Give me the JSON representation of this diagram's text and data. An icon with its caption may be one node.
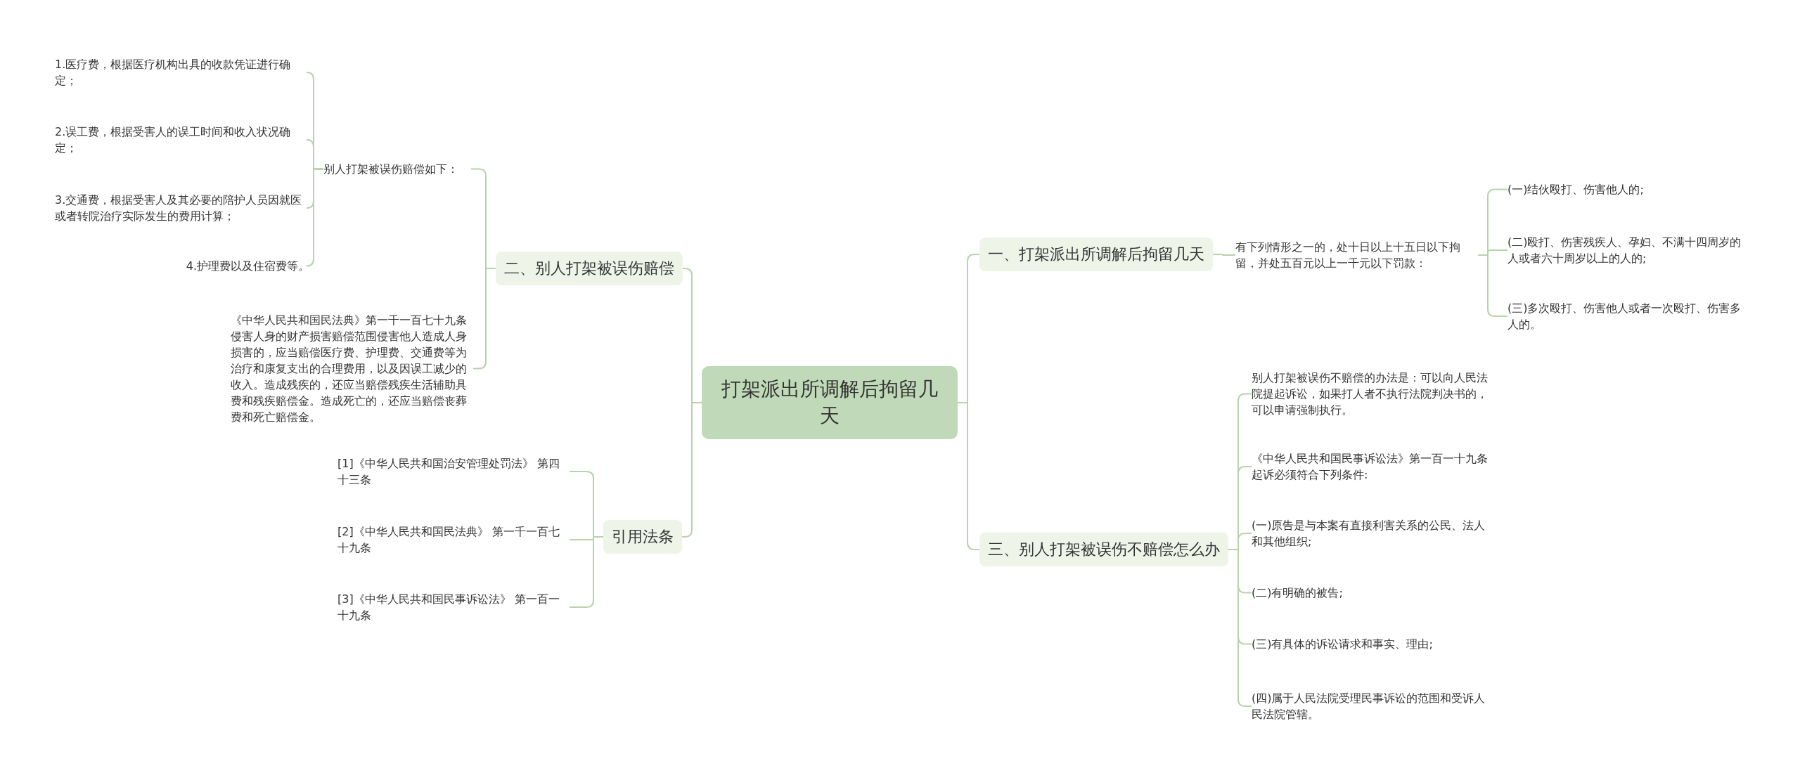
{
  "diagram": {
    "nodes": [
      {
        "text": [
          "打架派出所调解后拘留几天"
        ]
      },
      {
        "text": [
          "一、打架派出所调解后拘留几天"
        ]
      },
      {
        "text": [
          "有下列情形之一的，处十日以上十五日以下拘留，并处五百元以上一千元以下罚款："
        ]
      },
      {
        "text": [
          "(一)结伙殴打、伤害他人的;"
        ]
      },
      {
        "text": [
          "(二)殴打、伤害残疾人、孕妇、不满十四周岁的人或者六十周岁以上的人的;"
        ]
      },
      {
        "text": [
          "(三)多次殴打、伤害他人或者一次殴打、伤害多人的。"
        ]
      },
      {
        "text": [
          "三、别人打架被误伤不赔偿怎么办"
        ]
      },
      {
        "text": [
          "别人打架被误伤不赔偿的办法是：可以向人民法院提起诉讼，如果打人者不执行法院判决书的，可以申请强制执行。"
        ]
      },
      {
        "text": [
          "《中华人民共和国民事诉讼法》第一百一十九条起诉必须符合下列条件:"
        ]
      },
      {
        "text": [
          "(一)原告是与本案有直接利害关系的公民、法人和其他组织;"
        ]
      },
      {
        "text": [
          "(二)有明确的被告;"
        ]
      },
      {
        "text": [
          "(三)有具体的诉讼请求和事实、理由;"
        ]
      },
      {
        "text": [
          "(四)属于人民法院受理民事诉讼的范围和受诉人民法院管辖。"
        ]
      },
      {
        "text": [
          "二、别人打架被误伤赔偿"
        ]
      },
      {
        "text": [
          "别人打架被误伤赔偿如下："
        ]
      },
      {
        "text": [
          "1.医疗费，根据医疗机构出具的收款凭证进行确定；"
        ]
      },
      {
        "text": [
          "2.误工费，根据受害人的误工时间和收入状况确定；"
        ]
      },
      {
        "text": [
          "3.交通费，根据受害人及其必要的陪护人员因就医或者转院治疗实际发生的费用计算；"
        ]
      },
      {
        "text": [
          "4.护理费以及住宿费等。"
        ]
      },
      {
        "text": [
          "《中华人民共和国民法典》第一千一百七十九条侵害人身的财产损害赔偿范围侵害他人造成人身损害的，应当赔偿医疗费、护理费、交通费等为治疗和康复支出的合理费用，以及因误工减少的收入。造成残疾的，还应当赔偿残疾生活辅助具费和残疾赔偿金。造成死亡的，还应当赔偿丧葬费和死亡赔偿金。"
        ]
      },
      {
        "text": [
          "引用法条"
        ]
      },
      {
        "text": [
          "[1]《中华人民共和国治安管理处罚法》 第四十三条"
        ]
      },
      {
        "text": [
          "[2]《中华人民共和国民法典》 第一千一百七十九条"
        ]
      },
      {
        "text": [
          "[3]《中华人民共和国民事诉讼法》 第一百一十九条"
        ]
      }
    ],
    "edges": [
      {
        "from": 0,
        "to": 1,
        "arrow": "none"
      },
      {
        "from": 1,
        "to": 2,
        "arrow": "none"
      },
      {
        "from": 2,
        "to": 3,
        "arrow": "none"
      },
      {
        "from": 2,
        "to": 4,
        "arrow": "none"
      },
      {
        "from": 2,
        "to": 5,
        "arrow": "none"
      },
      {
        "from": 0,
        "to": 6,
        "arrow": "none"
      },
      {
        "from": 6,
        "to": 7,
        "arrow": "none"
      },
      {
        "from": 6,
        "to": 8,
        "arrow": "none"
      },
      {
        "from": 6,
        "to": 9,
        "arrow": "none"
      },
      {
        "from": 6,
        "to": 10,
        "arrow": "none"
      },
      {
        "from": 6,
        "to": 11,
        "arrow": "none"
      },
      {
        "from": 6,
        "to": 12,
        "arrow": "none"
      },
      {
        "from": 0,
        "to": 13,
        "arrow": "none"
      },
      {
        "from": 13,
        "to": 14,
        "arrow": "none"
      },
      {
        "from": 14,
        "to": 15,
        "arrow": "none"
      },
      {
        "from": 14,
        "to": 16,
        "arrow": "none"
      },
      {
        "from": 14,
        "to": 17,
        "arrow": "none"
      },
      {
        "from": 14,
        "to": 18,
        "arrow": "none"
      },
      {
        "from": 13,
        "to": 19,
        "arrow": "none"
      },
      {
        "from": 0,
        "to": 20,
        "arrow": "none"
      },
      {
        "from": 20,
        "to": 21,
        "arrow": "none"
      },
      {
        "from": 20,
        "to": 22,
        "arrow": "none"
      },
      {
        "from": 20,
        "to": 23,
        "arrow": "none"
      }
    ]
  }
}
